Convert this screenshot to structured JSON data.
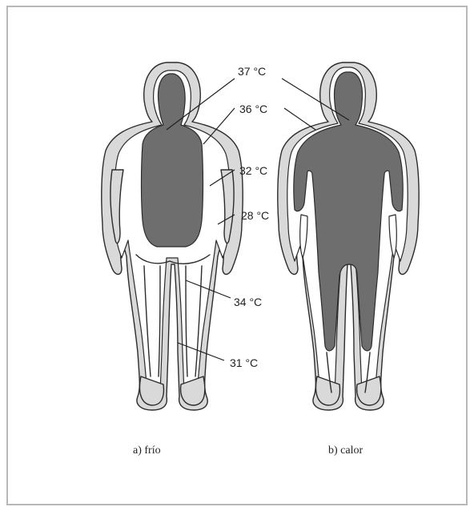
{
  "labels": {
    "t37": "37 °C",
    "t36": "36 °C",
    "t32": "32 °C",
    "t28": "28 °C",
    "t34": "34 °C",
    "t31": "31 °C"
  },
  "captions": {
    "cold": "a) frío",
    "hot": "b) calor"
  },
  "colors": {
    "core": "#6e6e6e",
    "skin_layer": "#d9d9d9",
    "frame_border": "#b8b8b8"
  }
}
